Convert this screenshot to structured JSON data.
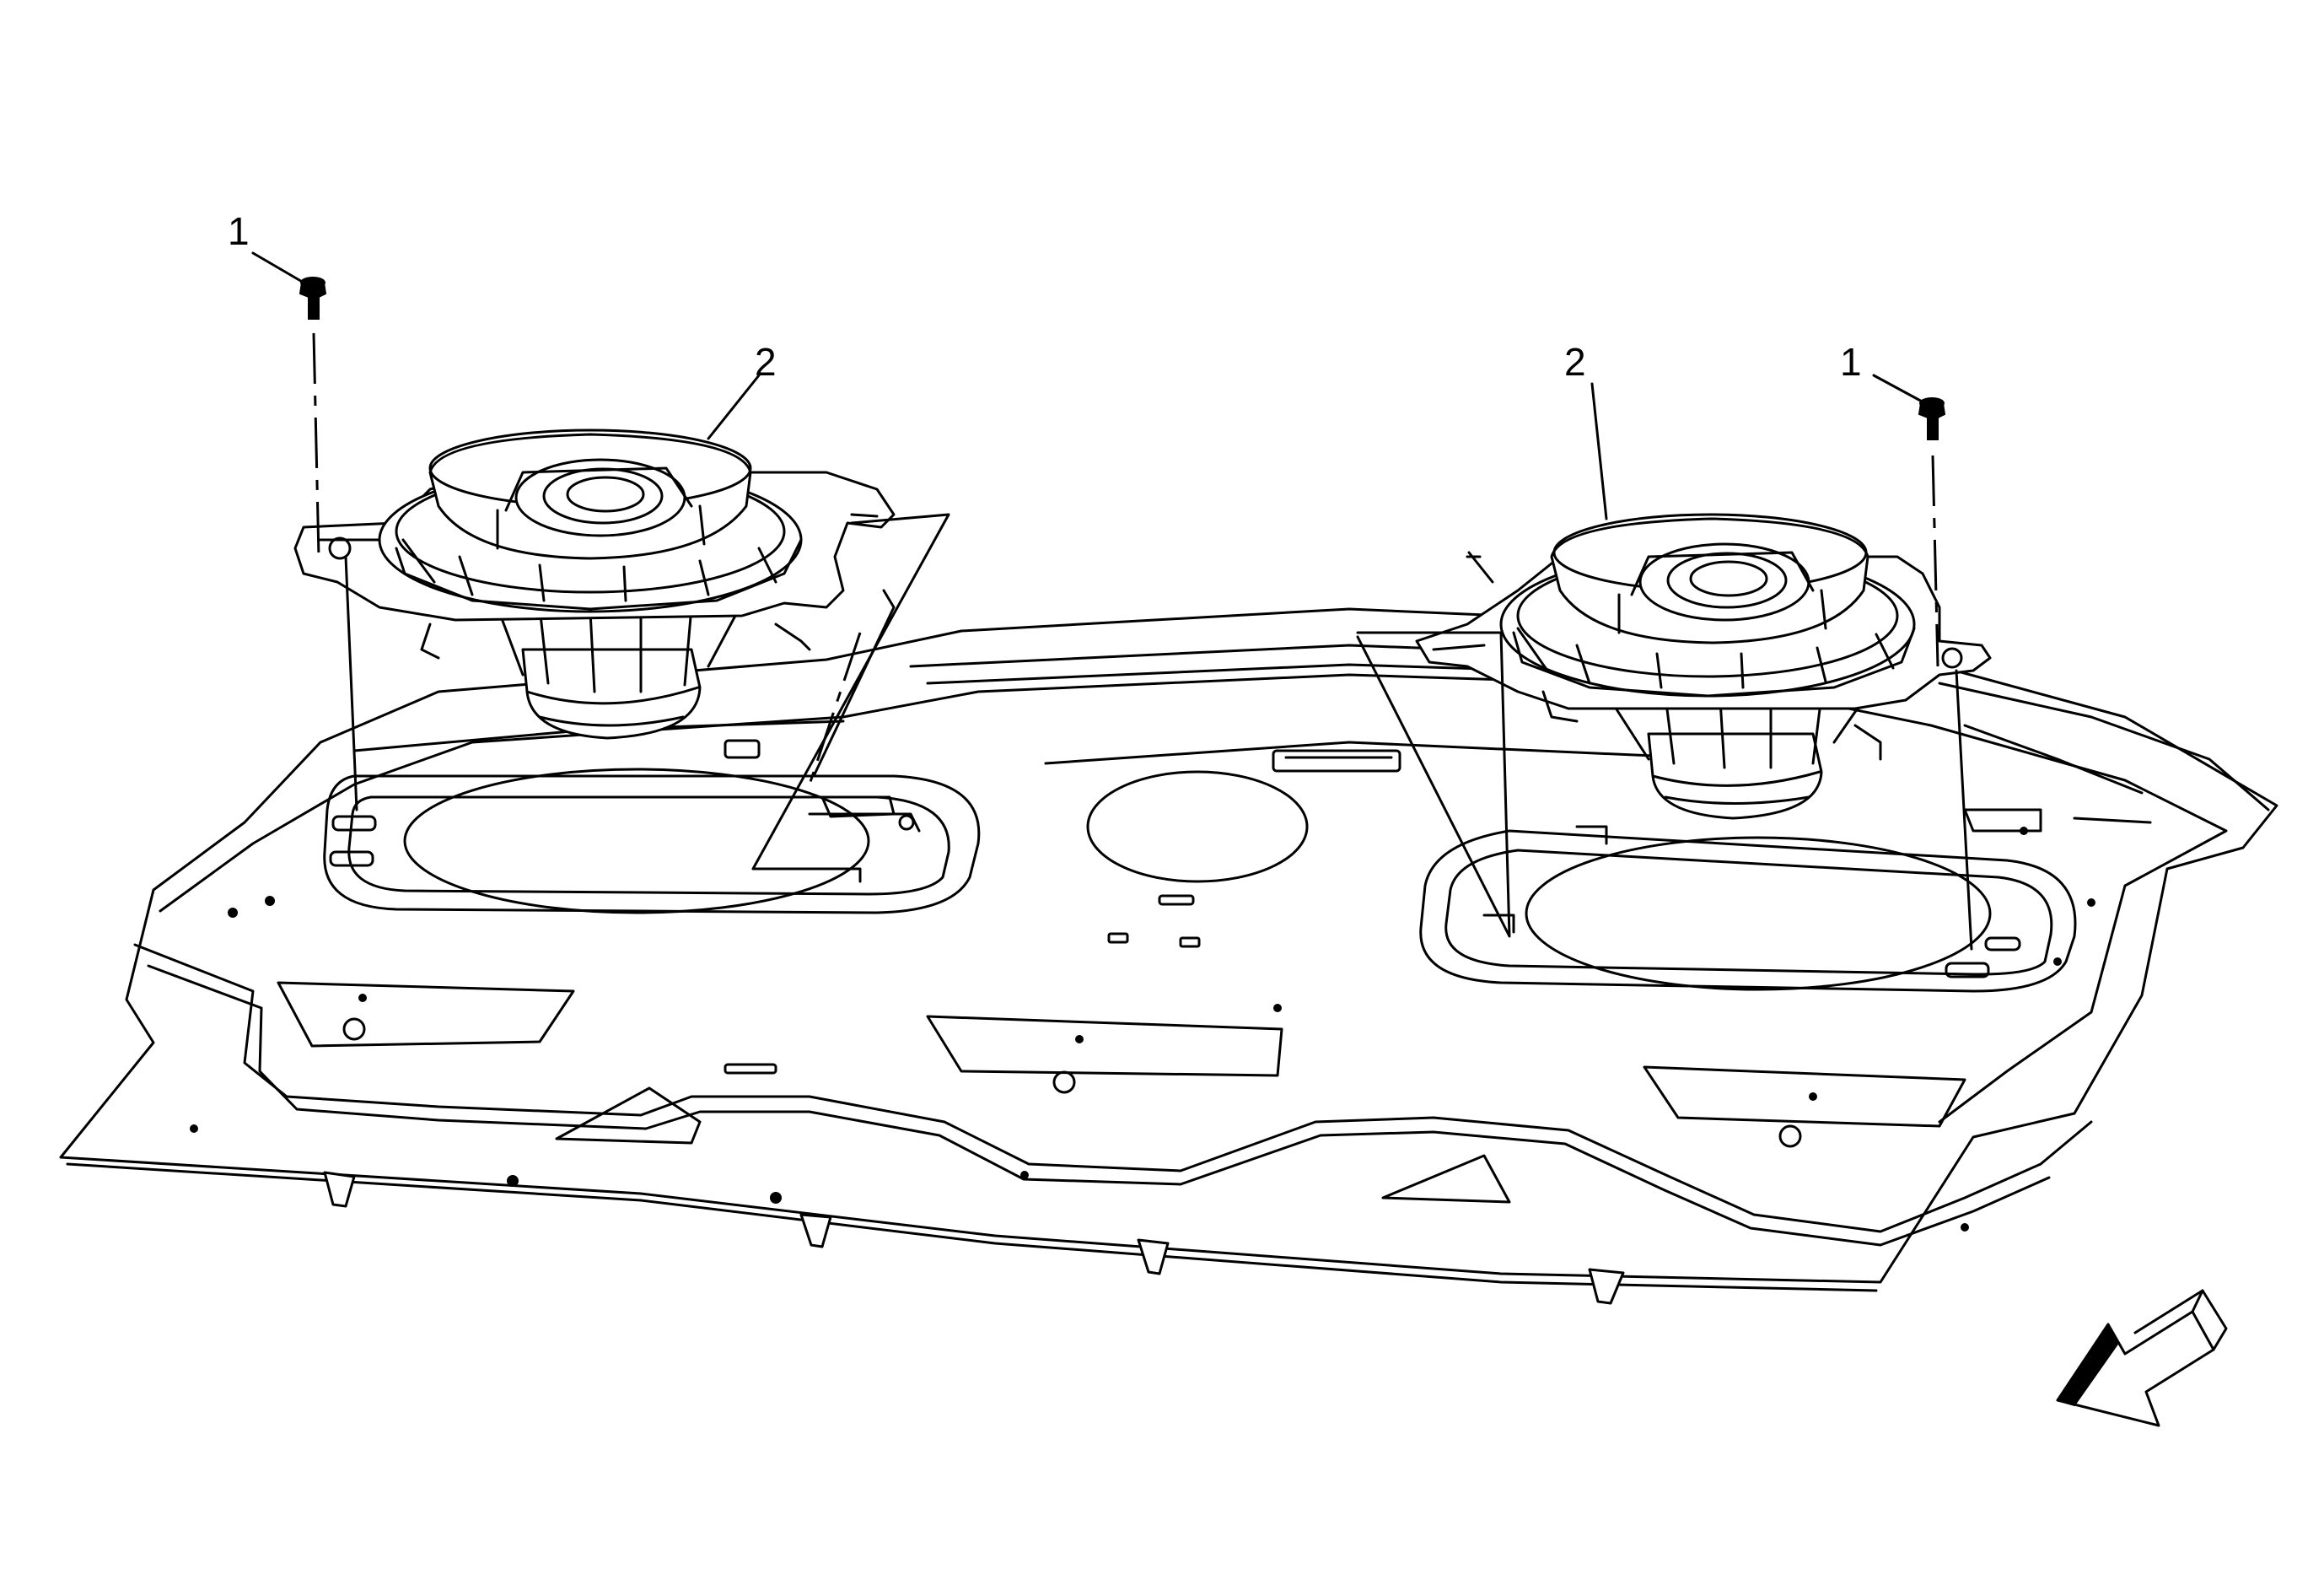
{
  "callouts": [
    {
      "id": "screw-left",
      "label": "1"
    },
    {
      "id": "speaker-left",
      "label": "2"
    },
    {
      "id": "speaker-right",
      "label": "2"
    },
    {
      "id": "screw-right",
      "label": "1"
    }
  ]
}
